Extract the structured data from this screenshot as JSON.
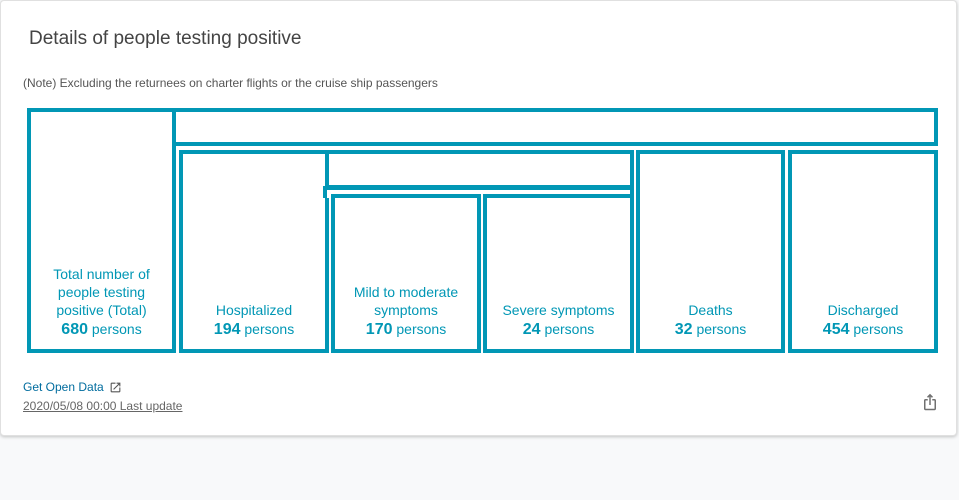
{
  "card": {
    "title": "Details of people testing positive",
    "note": "(Note) Excluding the returnees on charter flights or the cruise ship passengers"
  },
  "cells": {
    "total": {
      "label": "Total number of people testing positive (Total)",
      "value": "680",
      "unit": "persons"
    },
    "hospitalized": {
      "label": "Hospitalized",
      "value": "194",
      "unit": "persons"
    },
    "mild": {
      "label": "Mild to moderate symptoms",
      "value": "170",
      "unit": "persons"
    },
    "severe": {
      "label": "Severe symptoms",
      "value": "24",
      "unit": "persons"
    },
    "deaths": {
      "label": "Deaths",
      "value": "32",
      "unit": "persons"
    },
    "discharged": {
      "label": "Discharged",
      "value": "454",
      "unit": "persons"
    }
  },
  "footer": {
    "open_data_label": "Get Open Data",
    "open_data_icon": "external-link-icon",
    "last_update": "2020/05/08 00:00 Last update",
    "share_icon": "share-icon"
  },
  "colors": {
    "accent": "#0197b5",
    "link": "#006c9e"
  }
}
